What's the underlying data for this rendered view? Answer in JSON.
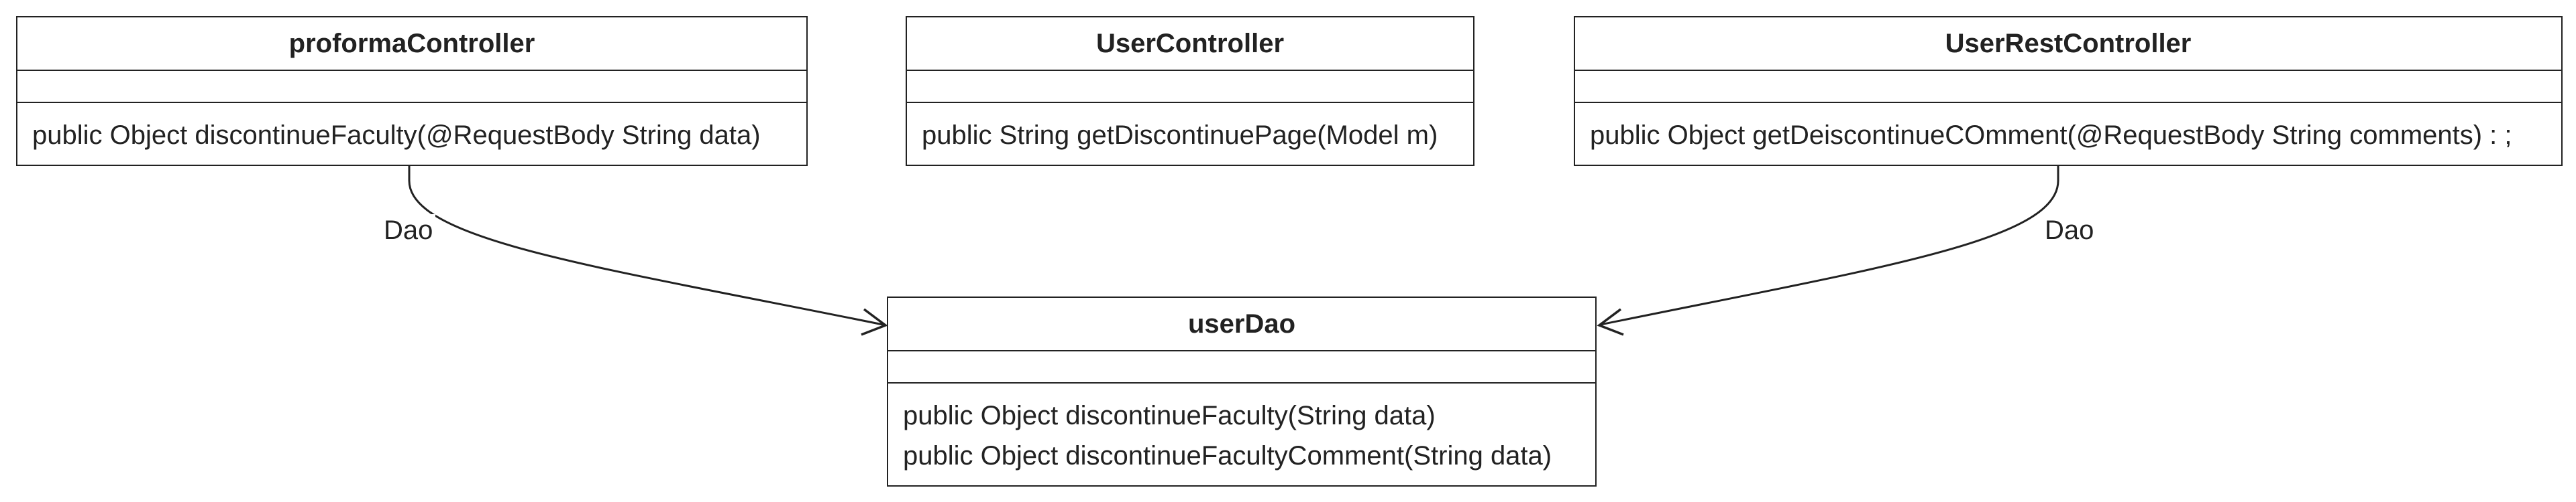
{
  "classes": {
    "proforma": {
      "name": "proformaController",
      "methods": [
        "public Object discontinueFaculty(@RequestBody String data)"
      ]
    },
    "user": {
      "name": "UserController",
      "methods": [
        "public String getDiscontinuePage(Model m)"
      ]
    },
    "rest": {
      "name": "UserRestController",
      "methods": [
        "public Object getDeiscontinueCOmment(@RequestBody String comments) : ;"
      ]
    },
    "dao": {
      "name": "userDao",
      "methods": [
        "public Object discontinueFaculty(String data)",
        "public Object discontinueFacultyComment(String data)"
      ]
    }
  },
  "edges": [
    {
      "from": "proformaController",
      "to": "userDao",
      "label": "Dao"
    },
    {
      "from": "UserRestController",
      "to": "userDao",
      "label": "Dao"
    }
  ],
  "colors": {
    "stroke": "#222222",
    "text": "#222222",
    "background": "#ffffff"
  }
}
